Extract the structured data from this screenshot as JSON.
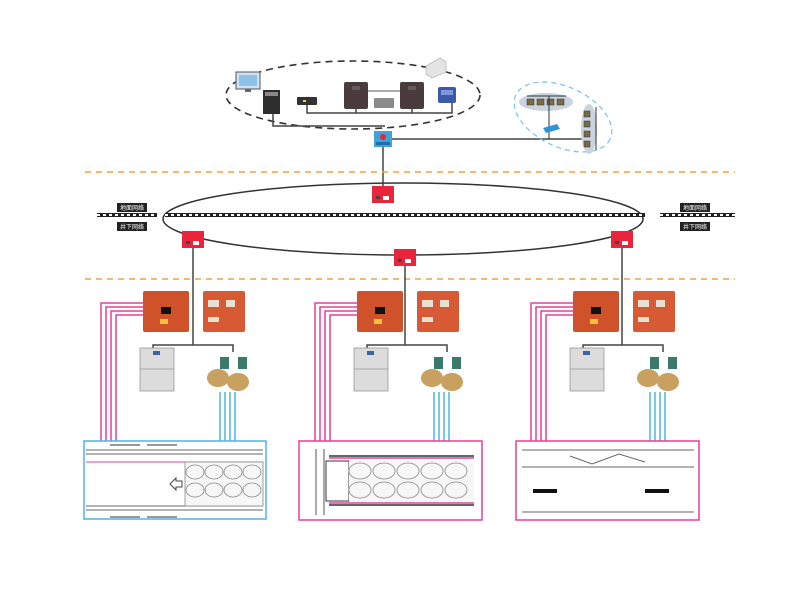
{
  "diagram": {
    "title": "Mine monitoring network topology",
    "zones": {
      "surface_label_left": "地面网络",
      "underground_label_left": "井下网络",
      "surface_label_right": "地面网络",
      "underground_label_right": "井下网络"
    },
    "colors": {
      "zone_divider": "#f0a040",
      "ring_switch": "#e8253a",
      "power_box": "#d0522a",
      "pink_cable": "#e83e9c",
      "blue_cable": "#4fb4e6",
      "server_cluster_outline": "#333333",
      "client_cluster_outline": "#7fc4ea"
    },
    "surface_devices": [
      "monitor-workstation",
      "tower-pc",
      "network-device",
      "server-1",
      "storage-unit",
      "server-2",
      "printer",
      "projector"
    ],
    "client_cluster": {
      "top_nodes": 4,
      "side_nodes": 4
    },
    "ring_nodes": [
      "top",
      "left",
      "bottom-center",
      "right"
    ],
    "stations": [
      {
        "id": "station-1",
        "scene": "working-face-with-arrows"
      },
      {
        "id": "station-2",
        "scene": "goaf-section"
      },
      {
        "id": "station-3",
        "scene": "roadway-section"
      }
    ]
  }
}
